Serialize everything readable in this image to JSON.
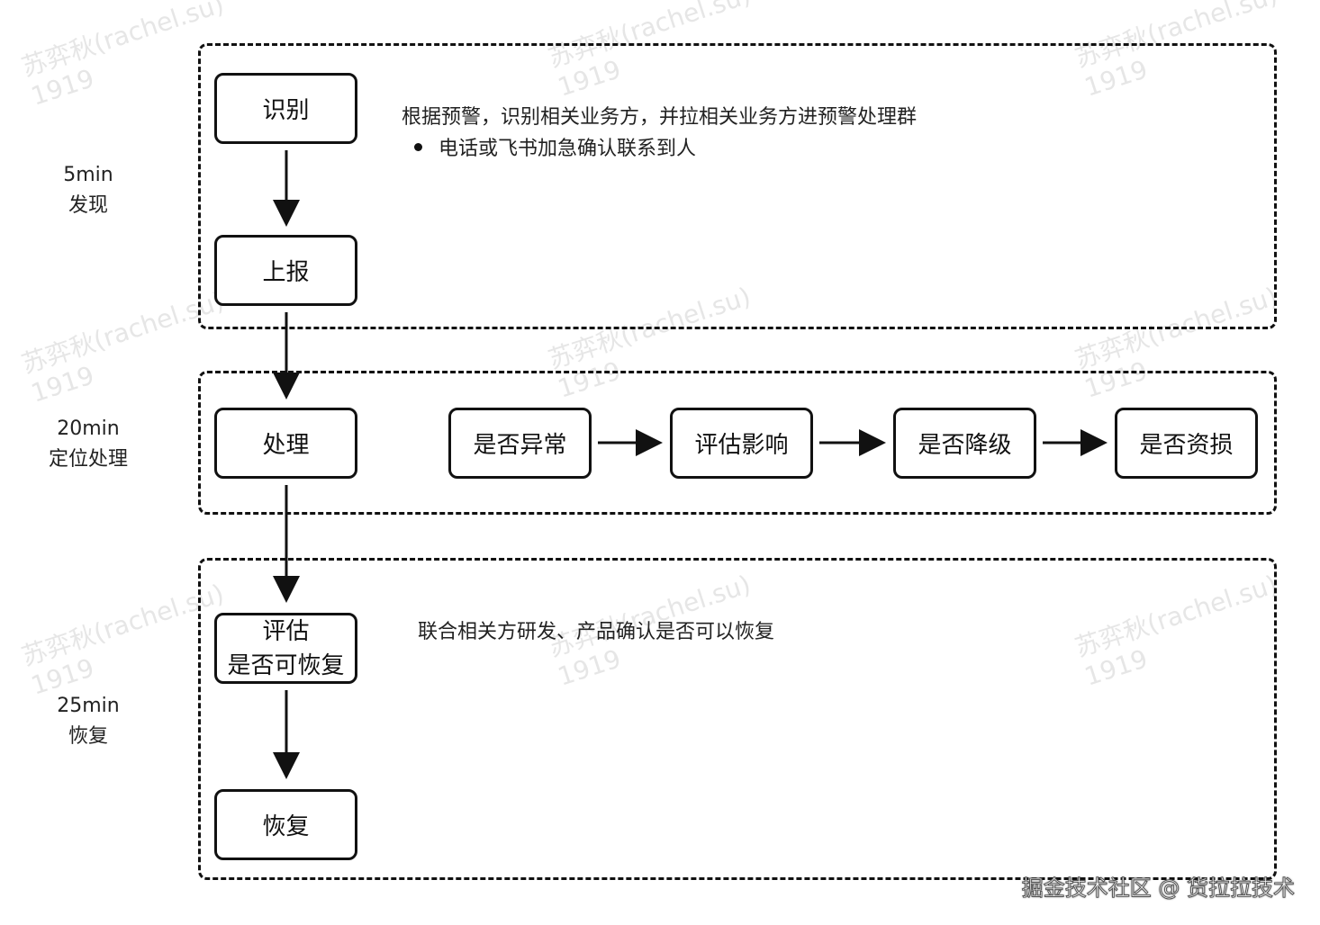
{
  "phases": [
    {
      "time": "5min",
      "label": "发现"
    },
    {
      "time": "20min",
      "label": "定位处理"
    },
    {
      "time": "25min",
      "label": "恢复"
    }
  ],
  "nodes": {
    "identify": "识别",
    "report": "上报",
    "handle": "处理",
    "assess_line1": "评估",
    "assess_line2": "是否可恢复",
    "recover": "恢复"
  },
  "sub_steps": [
    "是否异常",
    "评估影响",
    "是否降级",
    "是否资损"
  ],
  "notes": {
    "identify": "根据预警，识别相关业务方，并拉相关业务方进预警处理群",
    "identify_bullet": "电话或飞书加急确认联系到人",
    "assess": "联合相关方研发、产品确认是否可以恢复"
  },
  "watermark": {
    "line1": "苏弈秋(rachel.su)",
    "line2": "1919"
  },
  "credit": "掘金技术社区 @ 货拉拉技术"
}
